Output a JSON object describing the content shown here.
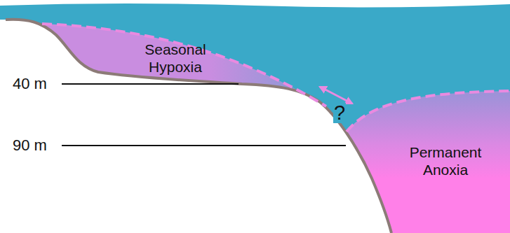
{
  "diagram": {
    "nodes": [
      {
        "text": [
          "Seasonal Hypoxia"
        ]
      },
      {
        "text": [
          "Permanent Anoxia"
        ]
      }
    ],
    "labels": [
      "40 m",
      "90 m",
      "?"
    ]
  }
}
